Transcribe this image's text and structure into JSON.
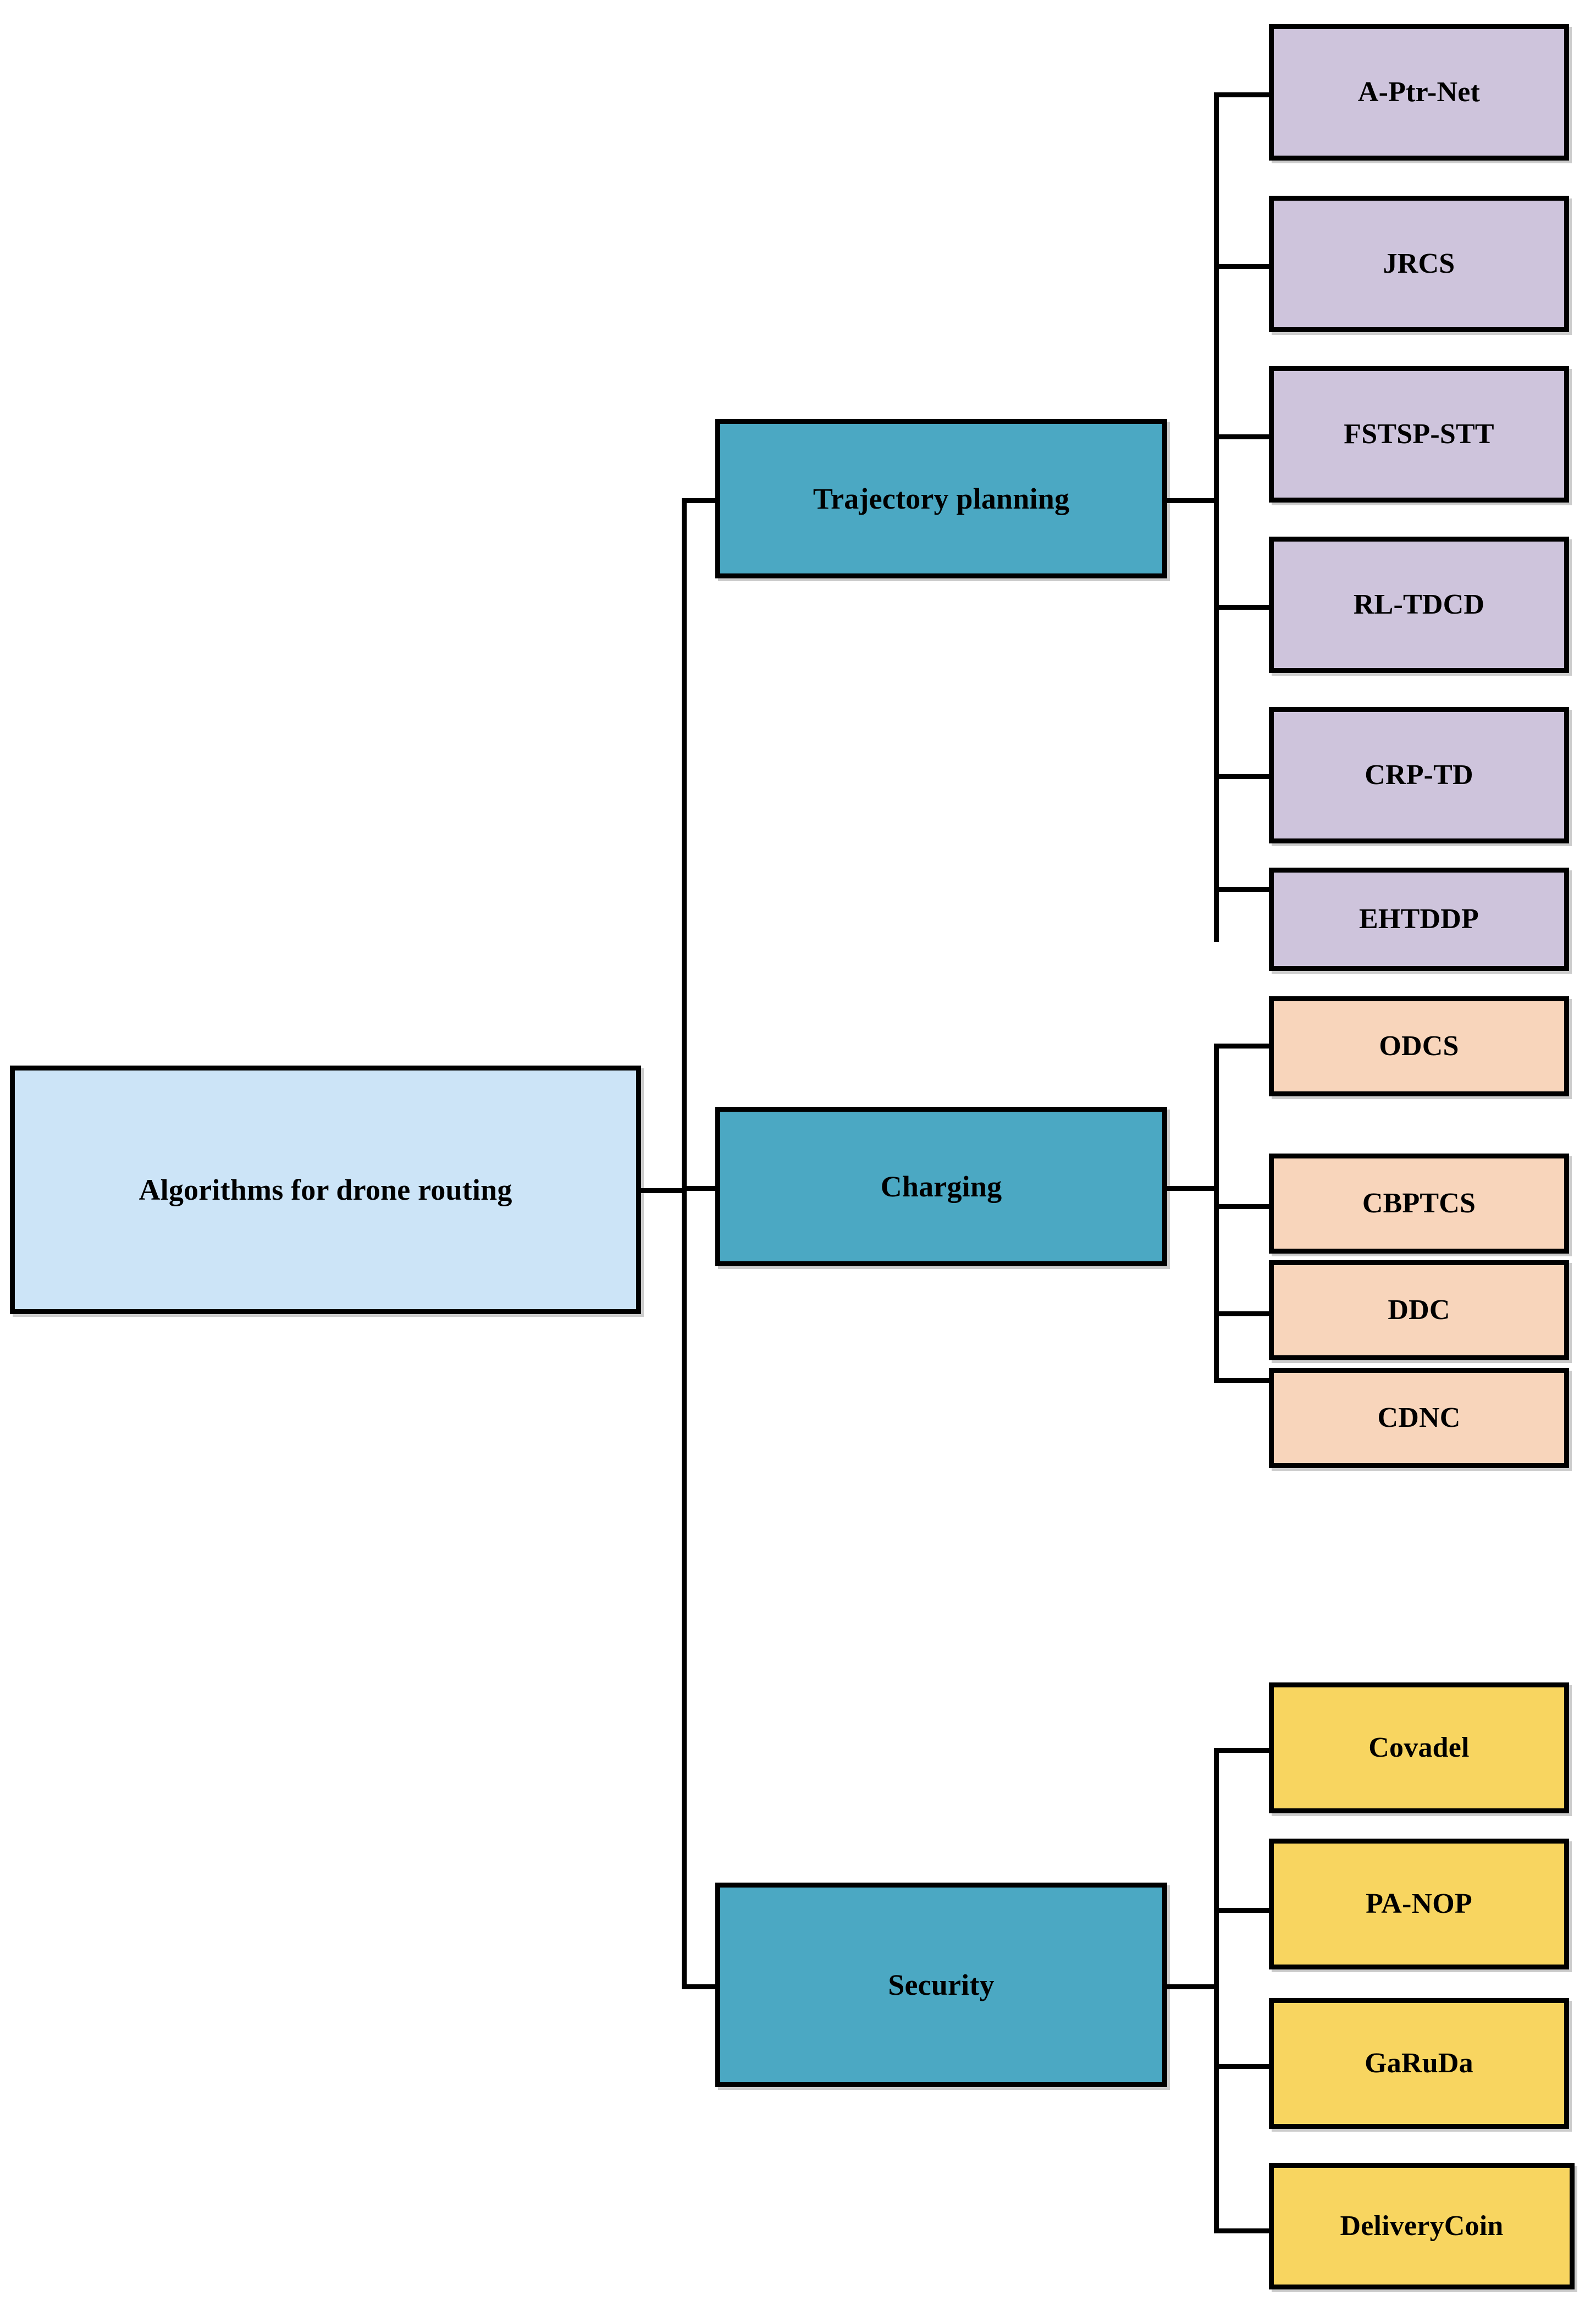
{
  "diagram": {
    "type": "hierarchy-tree",
    "orientation": "left-to-right",
    "title_text": "Algorithms for drone routing",
    "colors": {
      "root_fill": "#CCE4F7",
      "category_fill": "#4BA8C3",
      "leaf_trajectory_fill": "#CEC4DC",
      "leaf_charging_fill": "#F8D5BB",
      "leaf_security_fill": "#F8D560",
      "border": "#000000",
      "text": "#000000",
      "background": "#FFFFFF"
    },
    "root": {
      "label": "Algorithms for drone routing"
    },
    "categories": [
      {
        "label": "Trajectory planning",
        "leaves": [
          {
            "label": "A-Ptr-Net"
          },
          {
            "label": "JRCS"
          },
          {
            "label": "FSTSP-STT"
          },
          {
            "label": "RL-TDCD"
          },
          {
            "label": "CRP-TD"
          },
          {
            "label": "EHTDDP"
          }
        ]
      },
      {
        "label": "Charging",
        "leaves": [
          {
            "label": "ODCS"
          },
          {
            "label": "CBPTCS"
          },
          {
            "label": "DDC"
          },
          {
            "label": "CDNC"
          }
        ]
      },
      {
        "label": "Security",
        "leaves": [
          {
            "label": "Covadel"
          },
          {
            "label": "PA-NOP"
          },
          {
            "label": "GaRuDa"
          },
          {
            "label": "DeliveryCoin"
          }
        ]
      }
    ]
  }
}
